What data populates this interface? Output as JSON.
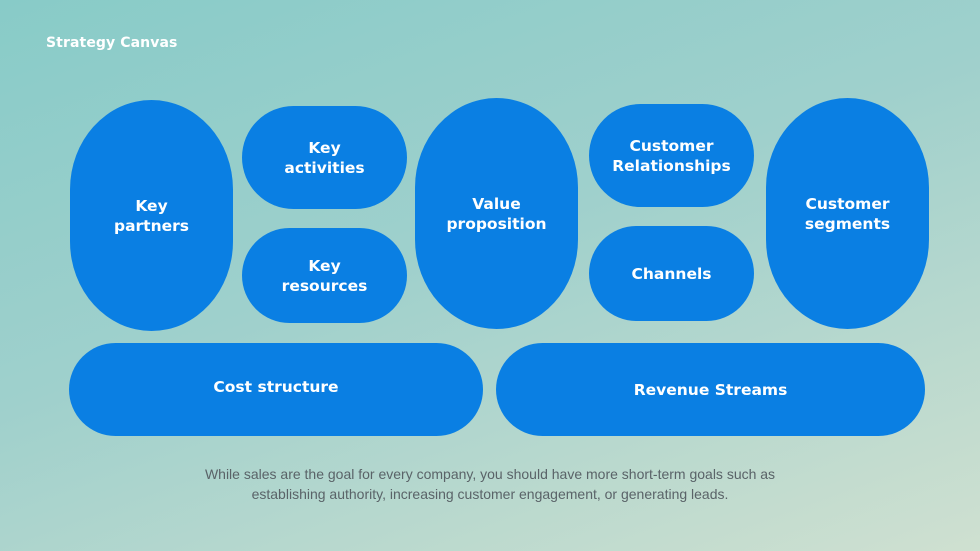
{
  "slide": {
    "title": "Strategy Canvas"
  },
  "blocks": {
    "key_partners": "Key\npartners",
    "key_activities": "Key\nactivities",
    "key_resources": "Key\nresources",
    "value_proposition": "Value\nproposition",
    "customer_relationships": "Customer\nRelationships",
    "channels": "Channels",
    "customer_segments": "Customer\nsegments",
    "cost_structure": "Cost structure",
    "revenue_streams": "Revenue Streams"
  },
  "caption": {
    "line1": "While sales are the goal for every company, you should have more short-term goals such as",
    "line2": "establishing authority, increasing customer engagement, or generating leads."
  },
  "colors": {
    "block": "#0a7fe3",
    "text_on_block": "#ffffff",
    "caption_text": "#5a6368"
  }
}
